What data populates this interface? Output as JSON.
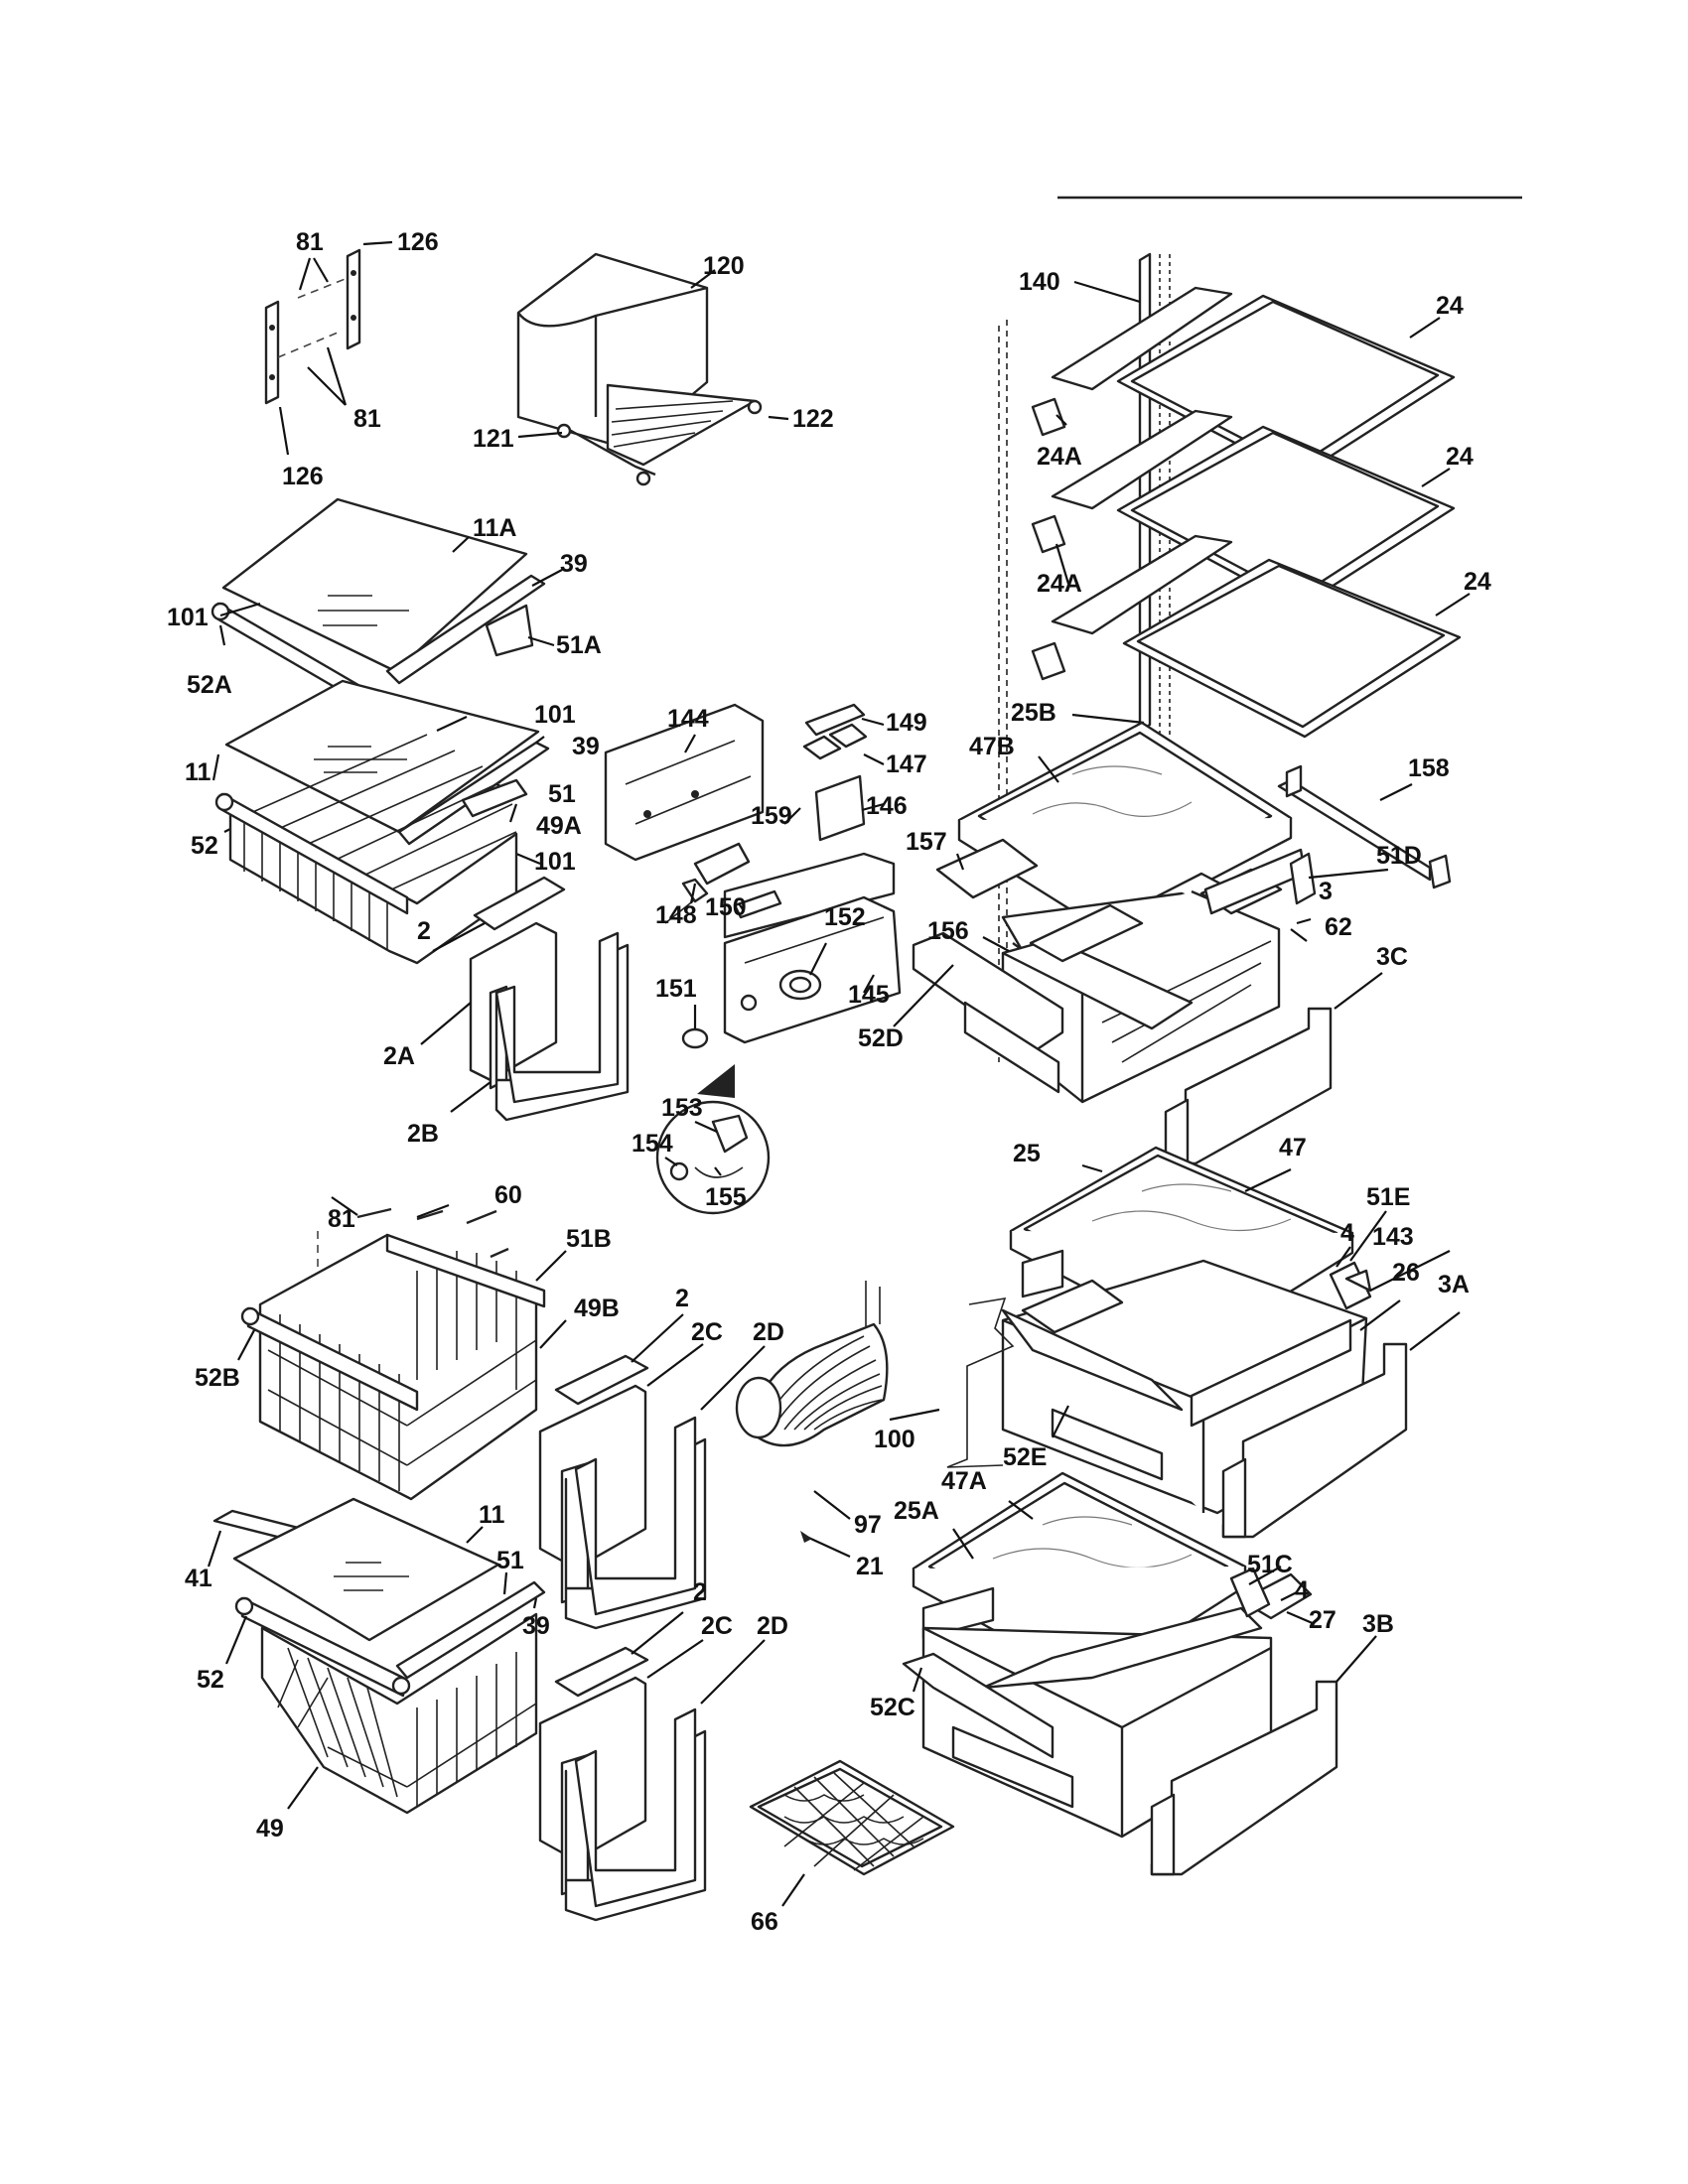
{
  "labels": {
    "l81a": "81",
    "l126a": "126",
    "l81b": "81",
    "l126b": "126",
    "l120": "120",
    "l121": "121",
    "l122": "122",
    "l11A": "11A",
    "l39a": "39",
    "l101a": "101",
    "l51A": "51A",
    "l52A": "52A",
    "l101b": "101",
    "l11a": "11",
    "l39b": "39",
    "l51a": "51",
    "l49A": "49A",
    "l52a": "52",
    "l101c": "101",
    "l2a": "2",
    "l2A": "2A",
    "l2B": "2B",
    "l144": "144",
    "l149": "149",
    "l147": "147",
    "l146": "146",
    "l159": "159",
    "l148": "148",
    "l150": "150",
    "l152": "152",
    "l145": "145",
    "l151": "151",
    "l153": "153",
    "l154": "154",
    "l155": "155",
    "l140": "140",
    "l24a": "24",
    "l24Aa": "24A",
    "l24b": "24",
    "l24Ab": "24A",
    "l24c": "24",
    "l25B": "25B",
    "l47B": "47B",
    "l158": "158",
    "l157": "157",
    "l51D": "51D",
    "l3": "3",
    "l62": "62",
    "l156": "156",
    "l3C": "3C",
    "l52D": "52D",
    "l81c": "81",
    "l60": "60",
    "l51B": "51B",
    "l49B": "49B",
    "l52B": "52B",
    "l2b": "2",
    "l2Ca": "2C",
    "l2Da": "2D",
    "l41": "41",
    "l11b": "11",
    "l51b": "51",
    "l39c": "39",
    "l52b": "52",
    "l49": "49",
    "l2c": "2",
    "l2Cb": "2C",
    "l2Db": "2D",
    "l25": "25",
    "l47": "47",
    "l51E": "51E",
    "l4a": "4",
    "l143": "143",
    "l26": "26",
    "l3A": "3A",
    "l100": "100",
    "l52E": "52E",
    "l47A": "47A",
    "l25A": "25A",
    "l97": "97",
    "l21": "21",
    "l51C": "51C",
    "l4b": "4",
    "l27": "27",
    "l3B": "3B",
    "l52C": "52C",
    "l66": "66"
  }
}
